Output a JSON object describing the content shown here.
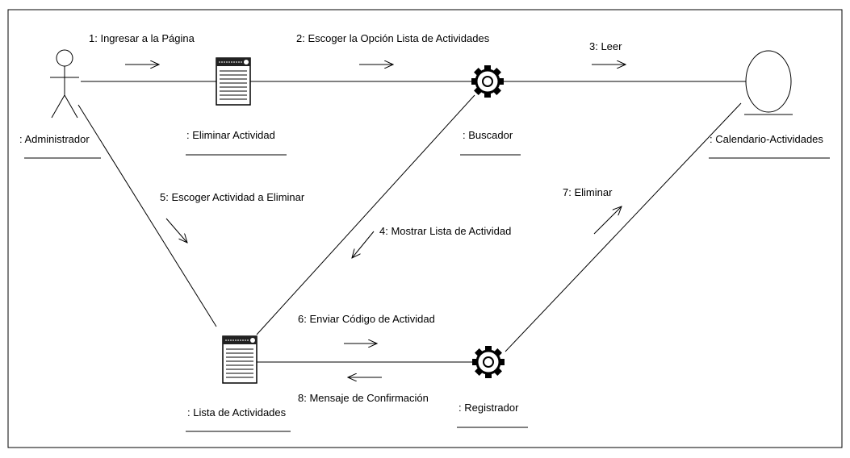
{
  "objects": {
    "administrador": ": Administrador",
    "eliminar_actividad": ": Eliminar Actividad",
    "buscador": ": Buscador",
    "calendario_actividades": ": Calendario-Actividades",
    "lista_actividades": ": Lista de Actividades",
    "registrador": ": Registrador"
  },
  "messages": {
    "m1": "1: Ingresar a la Página",
    "m2": "2: Escoger la Opción Lista de Actividades",
    "m3": "3: Leer",
    "m4": "4: Mostrar Lista de Actividad",
    "m5": "5: Escoger Actividad a Eliminar",
    "m6": "6: Enviar Código de Actividad",
    "m7": "7: Eliminar",
    "m8": "8: Mensaje de Confirmación"
  }
}
